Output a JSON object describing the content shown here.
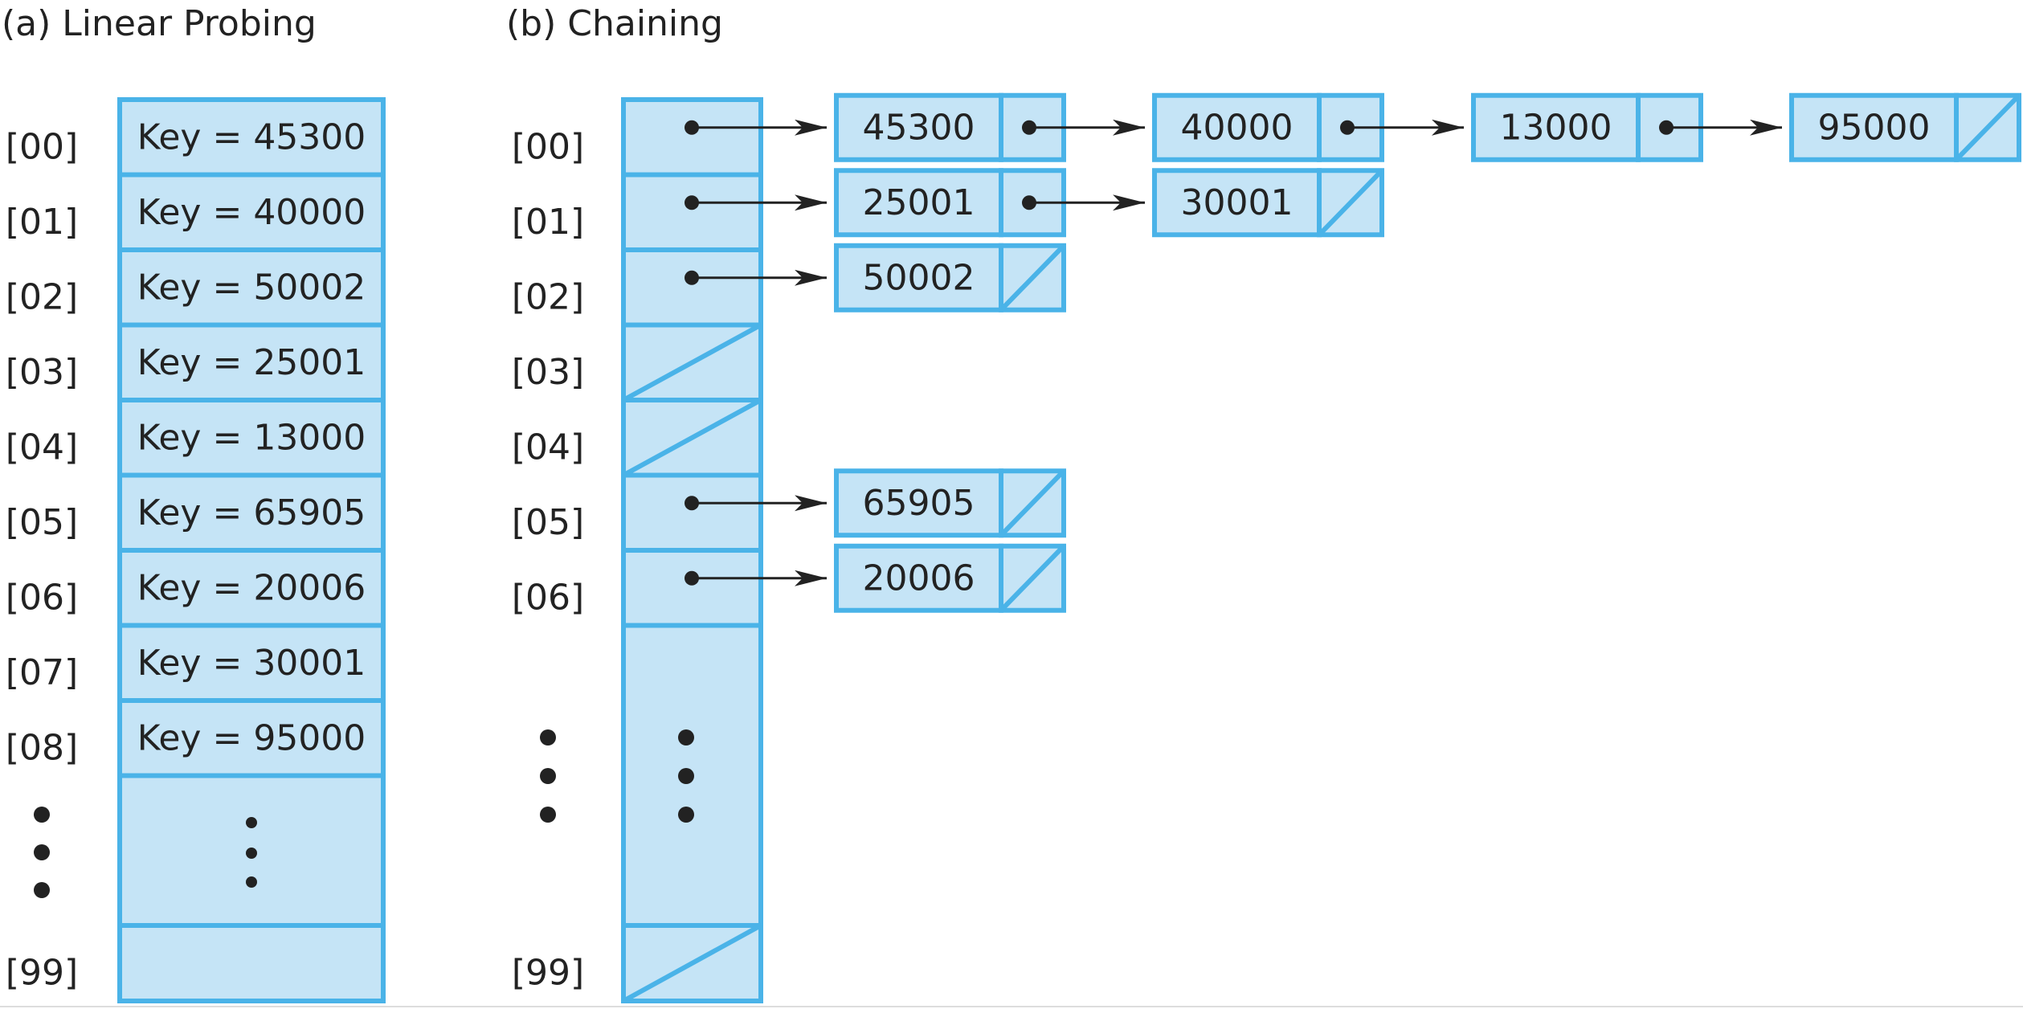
{
  "colors": {
    "fill": "#c5e4f6",
    "stroke": "#4ab3e8",
    "ink": "#222222"
  },
  "linear_probing": {
    "title": "(a) Linear Probing",
    "slots": [
      {
        "index": "[00]",
        "label": "Key = 45300"
      },
      {
        "index": "[01]",
        "label": "Key = 40000"
      },
      {
        "index": "[02]",
        "label": "Key = 50002"
      },
      {
        "index": "[03]",
        "label": "Key = 25001"
      },
      {
        "index": "[04]",
        "label": "Key = 13000"
      },
      {
        "index": "[05]",
        "label": "Key = 65905"
      },
      {
        "index": "[06]",
        "label": "Key = 20006"
      },
      {
        "index": "[07]",
        "label": "Key = 30001"
      },
      {
        "index": "[08]",
        "label": "Key = 95000"
      }
    ],
    "last_index": "[99]"
  },
  "chaining": {
    "title": "(b) Chaining",
    "buckets": [
      {
        "index": "[00]",
        "chain": [
          "45300",
          "40000",
          "13000",
          "95000"
        ]
      },
      {
        "index": "[01]",
        "chain": [
          "25001",
          "30001"
        ]
      },
      {
        "index": "[02]",
        "chain": [
          "50002"
        ]
      },
      {
        "index": "[03]",
        "chain": []
      },
      {
        "index": "[04]",
        "chain": []
      },
      {
        "index": "[05]",
        "chain": [
          "65905"
        ]
      },
      {
        "index": "[06]",
        "chain": [
          "20006"
        ]
      }
    ],
    "last_index": "[99]"
  }
}
